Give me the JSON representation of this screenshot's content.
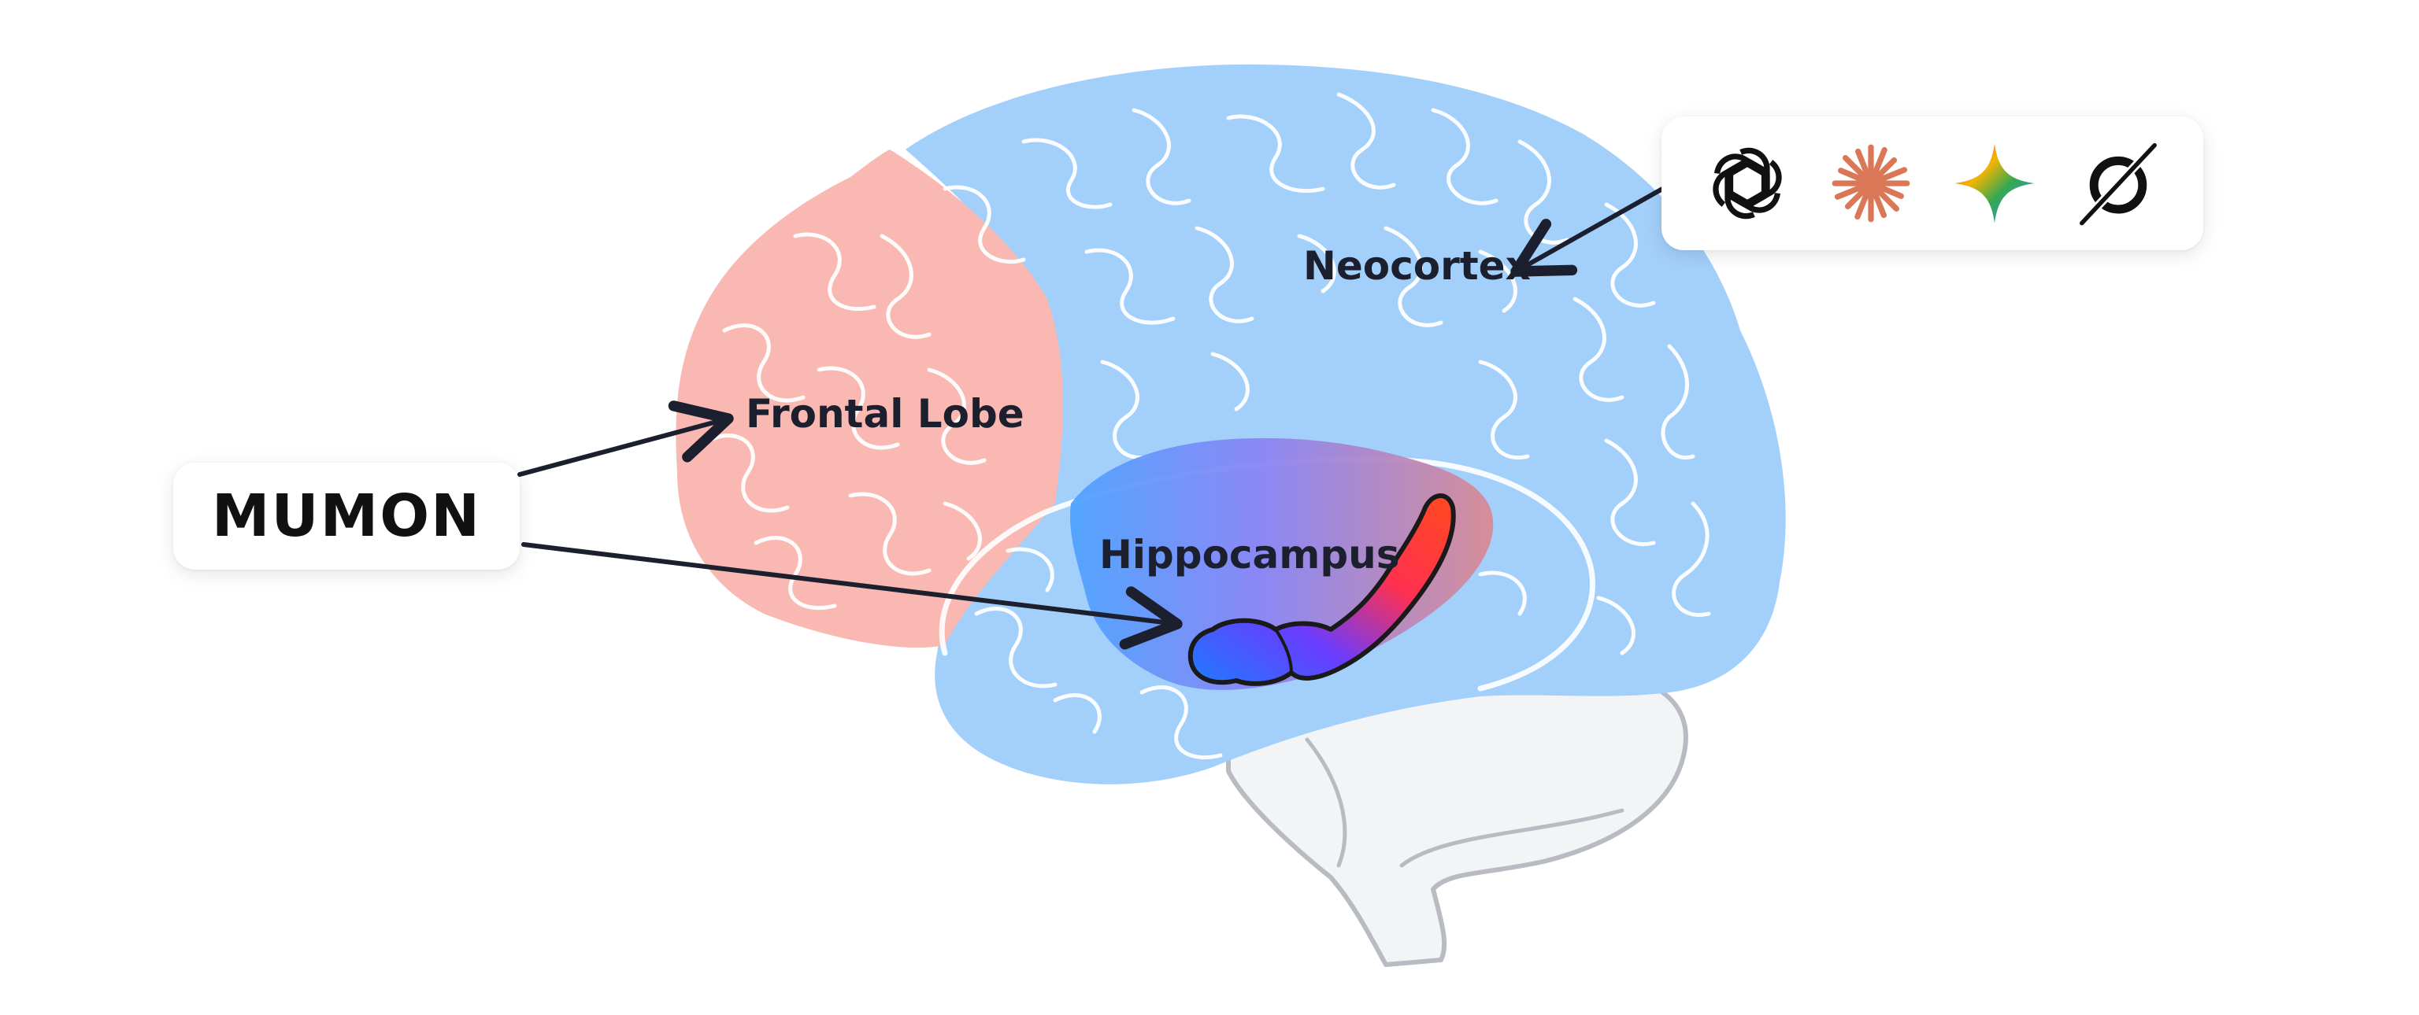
{
  "labels": {
    "neocortex": "Neocortex",
    "frontal_lobe": "Frontal Lobe",
    "hippocampus": "Hippocampus"
  },
  "mumon_card": {
    "text": "MUMON"
  },
  "ai_logos": [
    {
      "icon": "openai-logo-icon",
      "color": "#111111"
    },
    {
      "icon": "claude-asterisk-icon",
      "color": "#d97757"
    },
    {
      "icon": "gemini-sparkle-icon",
      "color": "#4e8cf5"
    },
    {
      "icon": "perplexity-compass-icon",
      "color": "#111111"
    }
  ],
  "colors": {
    "neocortex": "#a3cffb",
    "frontal_lobe": "#f9b9b2",
    "cerebellum": "#f3f4f6",
    "hippocampus_blue": "#1a73ff",
    "hippocampus_red": "#ff3b20",
    "sulci": "#ffffff",
    "arrows": "#1c1f2e"
  }
}
